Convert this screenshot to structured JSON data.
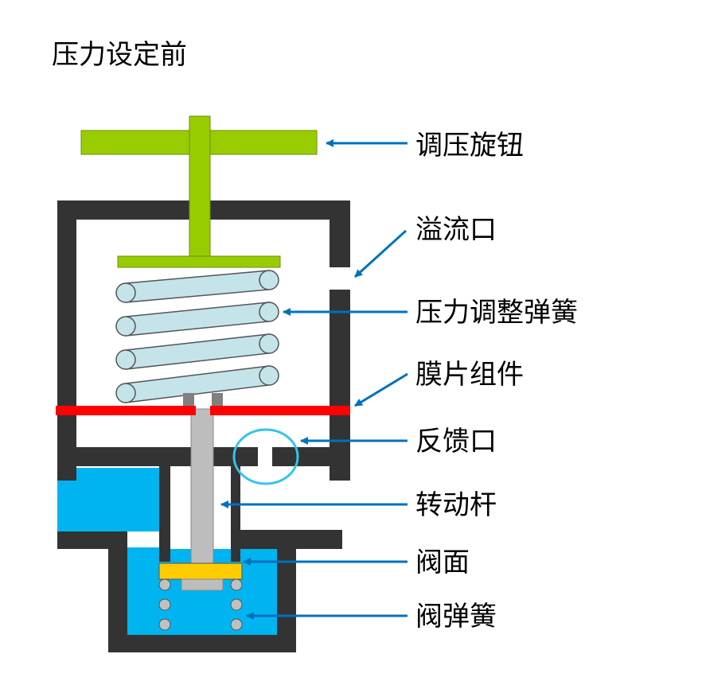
{
  "title": "压力设定前",
  "labels": {
    "knob": "调压旋钮",
    "overflow_port": "溢流口",
    "pressure_spring": "压力调整弹簧",
    "diaphragm": "膜片组件",
    "feedback_port": "反馈口",
    "rotating_rod": "转动杆",
    "valve_face": "阀面",
    "valve_spring": "阀弹簧"
  },
  "colors": {
    "body": "#333333",
    "knob": "#99cc00",
    "spring": "#c4e4ea",
    "diaphragm": "#ff0000",
    "rod": "#bdbdbd",
    "valve_face": "#ffcc00",
    "fluid": "#00b4f0",
    "arrow": "#0070c0",
    "highlight": "#33c3f0"
  }
}
